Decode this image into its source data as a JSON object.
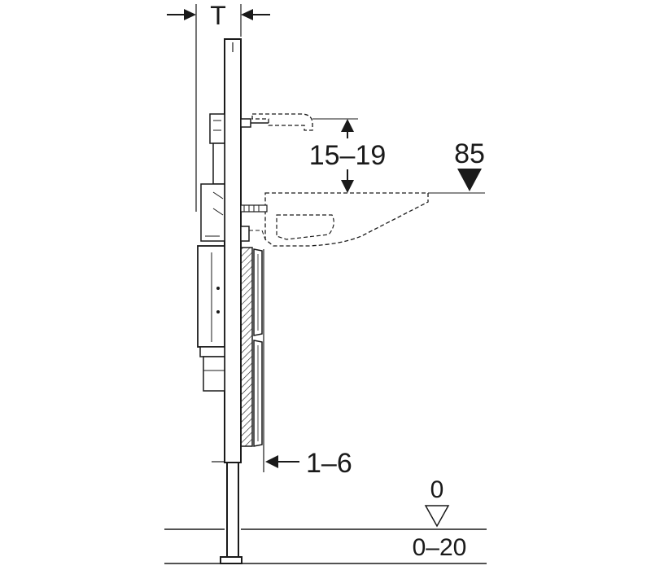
{
  "labels": {
    "thickness": "T",
    "spout_height": "15–19",
    "basin_height": "85",
    "wall_cladding": "1–6",
    "floor_level": "0",
    "floor_build_up": "0–20"
  },
  "colors": {
    "line": "#1a1a1a",
    "background": "#ffffff",
    "hatch": "#1a1a1a"
  }
}
